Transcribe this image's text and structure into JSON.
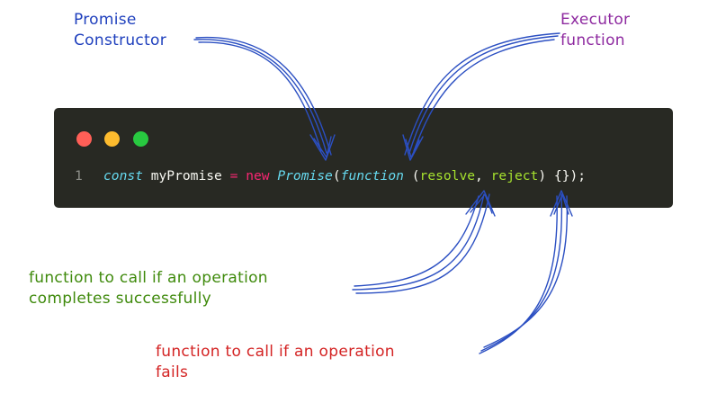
{
  "annotations": {
    "constructor": {
      "lines": [
        "Promise",
        "Constructor"
      ],
      "color": "#1e3fbd"
    },
    "executor": {
      "lines": [
        "Executor",
        "function"
      ],
      "color": "#8e2aa0"
    },
    "success": {
      "lines": [
        "function to call if an operation",
        "completes successfully"
      ],
      "color": "#3f8a0c"
    },
    "failure": {
      "lines": [
        "function to call if an operation",
        "fails"
      ],
      "color": "#d42424"
    }
  },
  "editor": {
    "window_dots": [
      "red",
      "yellow",
      "green"
    ],
    "line_number": "1",
    "tokens": {
      "const": "const",
      "identifier": " myPromise ",
      "equals": "=",
      "space1": " ",
      "new": "new",
      "space2": " ",
      "promise_class": "Promise",
      "open_paren": "(",
      "function_kw": "function",
      "open_args": " (",
      "resolve": "resolve",
      "comma": ", ",
      "reject": "reject",
      "tail": ") {});"
    }
  },
  "colors": {
    "editor_background": "#282923",
    "arrow": "#2b4fc2"
  }
}
